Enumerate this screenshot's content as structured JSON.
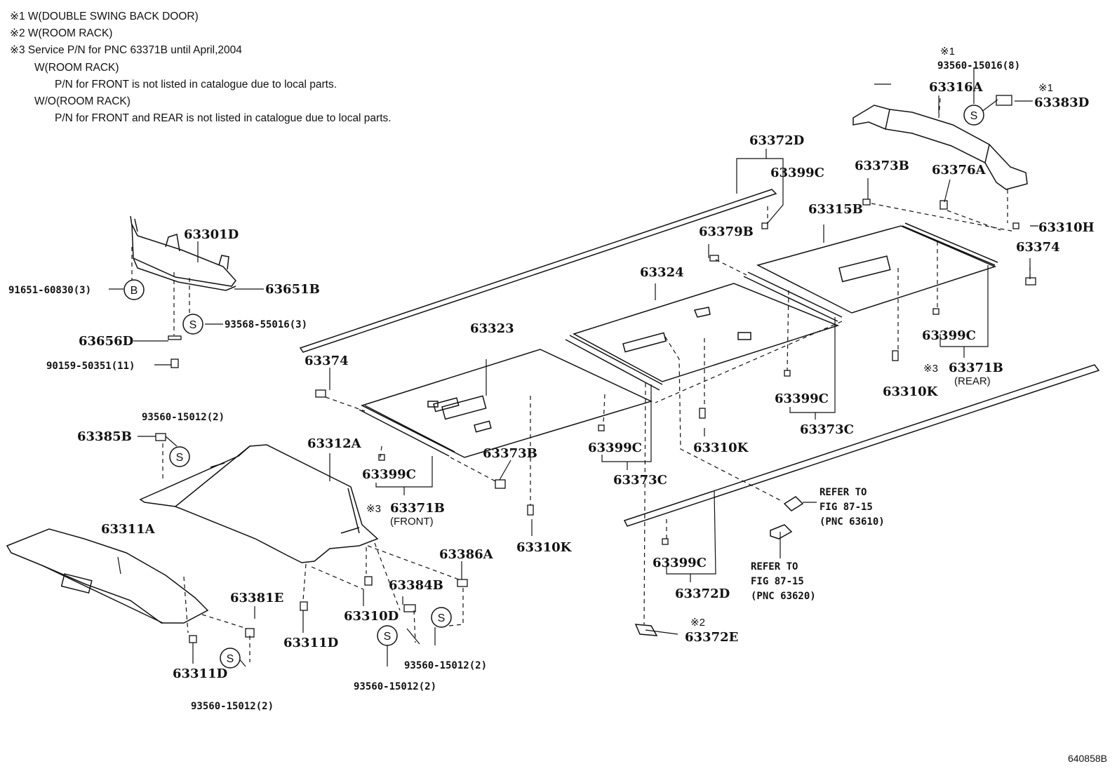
{
  "notes": [
    "※1 W(DOUBLE SWING BACK DOOR)",
    "※2 W(ROOM RACK)",
    "※3 Service P/N for PNC 63371B until April,2004",
    "W(ROOM RACK)",
    "P/N for FRONT is not listed in catalogue due to local parts.",
    "W/O(ROOM RACK)",
    "P/N for FRONT and REAR is not listed in catalogue due to local parts."
  ],
  "labels": {
    "p63301D": "63301D",
    "p63651B": "63651B",
    "p91651": "91651-60830(3)",
    "circ_B": "B",
    "p93568": "93568-55016(3)",
    "p63656D": "63656D",
    "p90159": "90159-50351(11)",
    "p93560_top": "93560-15012(2)",
    "p63385B": "63385B",
    "p63312A": "63312A",
    "p63311A": "63311A",
    "p63381E": "63381E",
    "p63311D_a": "63311D",
    "p63311D_b": "63311D",
    "p93560_bl": "93560-15012(2)",
    "p63310D": "63310D",
    "p63384B": "63384B",
    "p93560_bm": "93560-15012(2)",
    "p93560_br": "93560-15012(2)",
    "p63386A": "63386A",
    "p63374_l": "63374",
    "p63323": "63323",
    "p63399C_a": "63399C",
    "p63371B_f": "63371B",
    "mark3_f": "※3",
    "front": "(FRONT)",
    "p63373B_a": "63373B",
    "p63310K_a": "63310K",
    "p63324": "63324",
    "p63399C_b": "63399C",
    "p63373C_a": "63373C",
    "p63310K_b": "63310K",
    "p63372D_top": "63372D",
    "p63399C_top": "63399C",
    "p63379B": "63379B",
    "p63399C_c": "63399C",
    "p63373C_b": "63373C",
    "p63315B": "63315B",
    "p63399C_d": "63399C",
    "p63371B_r": "63371B",
    "mark3_r": "※3",
    "rear": "(REAR)",
    "p63310K_c": "63310K",
    "p63373B_b": "63373B",
    "p63376A": "63376A",
    "p63310H": "63310H",
    "p63374_r": "63374",
    "mark1_a": "※1",
    "p93560_8": "93560-15016(8)",
    "p63316A": "63316A",
    "mark1_b": "※1",
    "p63383D": "63383D",
    "refer1": [
      "REFER TO",
      "FIG 87-15",
      "(PNC 63610)"
    ],
    "refer2": [
      "REFER TO",
      "FIG 87-15",
      "(PNC 63620)"
    ],
    "p63399C_e": "63399C",
    "p63372D_bot": "63372D",
    "mark2": "※2",
    "p63372E": "63372E",
    "circ_S": "S"
  },
  "diagram_code": "640858B"
}
